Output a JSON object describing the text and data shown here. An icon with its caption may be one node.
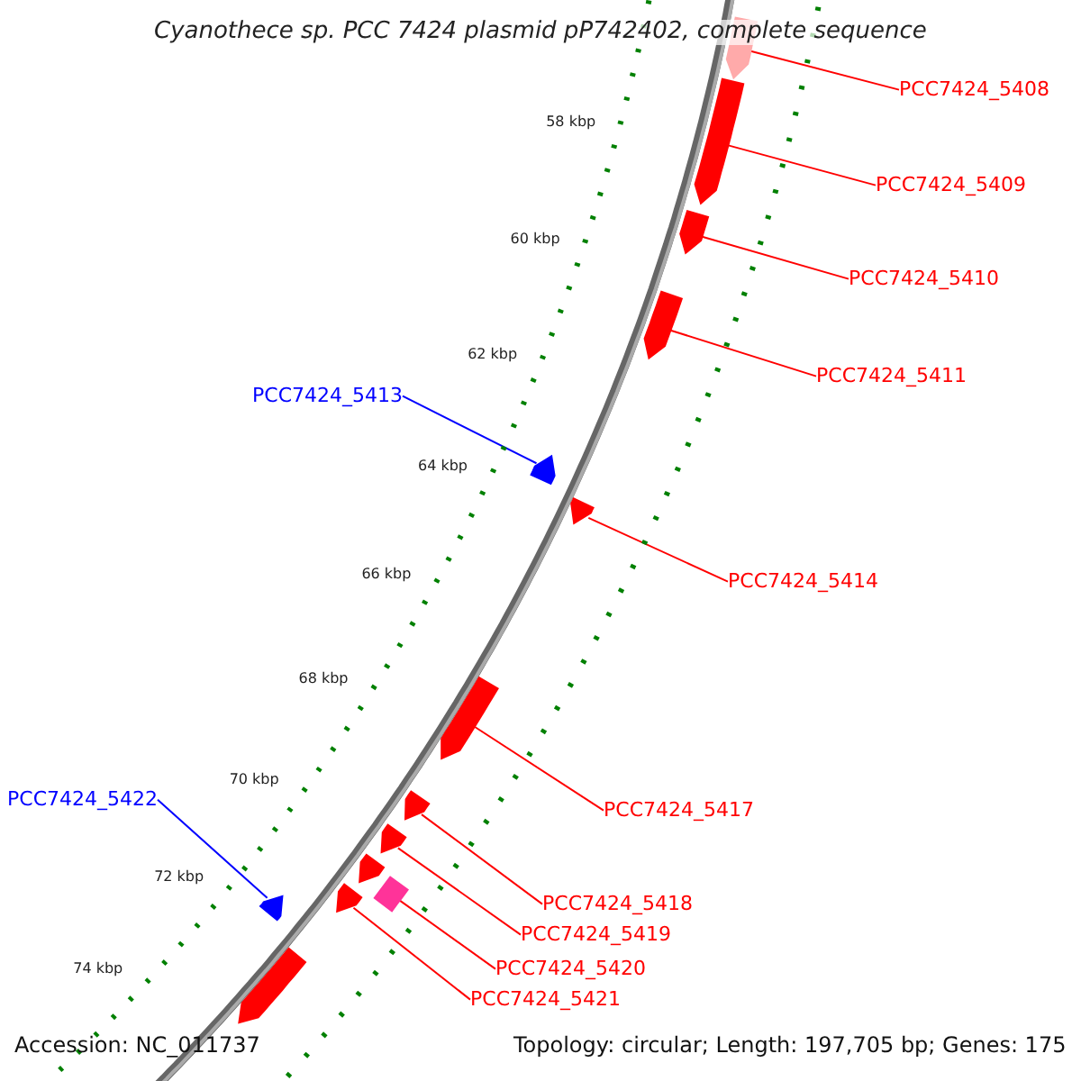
{
  "diagram": {
    "title": "Cyanothece sp. PCC 7424 plasmid pP742402, complete sequence",
    "nodes": [
      {
        "text": [
          "PCC7424_5408"
        ]
      },
      {
        "text": [
          "PCC7424_5409"
        ]
      },
      {
        "text": [
          "PCC7424_5410"
        ]
      },
      {
        "text": [
          "PCC7424_5411"
        ]
      },
      {
        "text": [
          "PCC7424_5413"
        ]
      },
      {
        "text": [
          "PCC7424_5414"
        ]
      },
      {
        "text": [
          "PCC7424_5422"
        ]
      },
      {
        "text": [
          "PCC7424_5417"
        ]
      },
      {
        "text": [
          "PCC7424_5418"
        ]
      },
      {
        "text": [
          "PCC7424_5419"
        ]
      },
      {
        "text": [
          "PCC7424_5420"
        ]
      },
      {
        "text": [
          "PCC7424_5421"
        ]
      },
      {
        "text": [],
        "shape": "arrow"
      },
      {
        "text": [],
        "shape": "arrow"
      },
      {
        "text": [],
        "shape": "arrow"
      },
      {
        "text": [],
        "shape": "arrow"
      },
      {
        "text": [],
        "shape": "arrow"
      },
      {
        "text": [],
        "shape": "arrow"
      },
      {
        "text": [],
        "shape": "arrow"
      },
      {
        "text": [],
        "shape": "arrow"
      },
      {
        "text": [],
        "shape": "arrow"
      },
      {
        "text": [],
        "shape": "arrow"
      },
      {
        "text": [],
        "shape": "box"
      },
      {
        "text": [],
        "shape": "arrow"
      },
      {
        "text": [],
        "shape": "arrow"
      },
      {
        "text": [],
        "shape": "arrow"
      }
    ],
    "edges": [
      {
        "from": 0,
        "to": 12,
        "arrow": "none"
      },
      {
        "from": 1,
        "to": 13,
        "arrow": "none"
      },
      {
        "from": 2,
        "to": 14,
        "arrow": "none"
      },
      {
        "from": 3,
        "to": 15,
        "arrow": "none"
      },
      {
        "from": 4,
        "to": 16,
        "arrow": "none",
        "color": "#0000ff"
      },
      {
        "from": 5,
        "to": 17,
        "arrow": "none"
      },
      {
        "from": 6,
        "to": 24,
        "arrow": "none",
        "color": "#0000ff"
      },
      {
        "from": 7,
        "to": 18,
        "arrow": "none"
      },
      {
        "from": 8,
        "to": 19,
        "arrow": "none"
      },
      {
        "from": 9,
        "to": 20,
        "arrow": "none"
      },
      {
        "from": 10,
        "to": 22,
        "arrow": "none"
      },
      {
        "from": 11,
        "to": 23,
        "arrow": "none"
      }
    ],
    "labels": [
      "58 kbp",
      "60 kbp",
      "62 kbp",
      "64 kbp",
      "66 kbp",
      "68 kbp",
      "70 kbp",
      "72 kbp",
      "74 kbp",
      "Accession: NC_011737",
      "Topology: circular; Length: 197,705 bp; Genes: 175"
    ]
  }
}
